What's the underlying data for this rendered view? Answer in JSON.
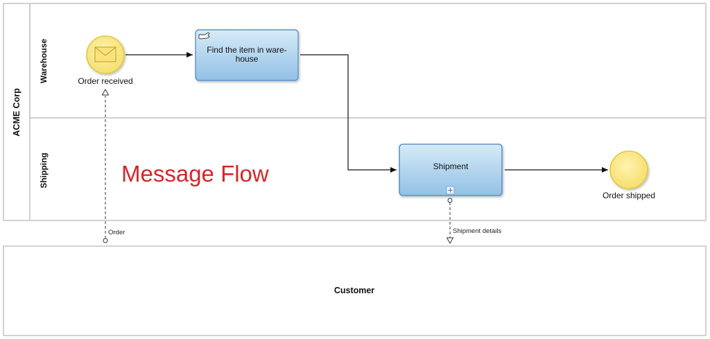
{
  "pools": {
    "acme": {
      "label": "ACME Corp"
    },
    "customer": {
      "label": "Customer"
    }
  },
  "lanes": {
    "warehouse": {
      "label": "Warehouse"
    },
    "shipping": {
      "label": "Shipping"
    }
  },
  "events": {
    "start": {
      "label": "Order received",
      "icon": "envelope-icon"
    },
    "end": {
      "label": "Order shipped"
    }
  },
  "tasks": {
    "find_item": {
      "label_line1": "Find the item in ware-",
      "label_line2": "house",
      "icon": "hand-icon"
    },
    "shipment": {
      "label": "Shipment",
      "marker": "subprocess-plus-icon"
    }
  },
  "message_flows": {
    "order": {
      "label": "Order"
    },
    "shipment_details": {
      "label": "Shipment details"
    }
  },
  "annotation": {
    "text": "Message Flow"
  },
  "colors": {
    "task_fill_top": "#cfe6f6",
    "task_fill_bottom": "#94c2e6",
    "task_stroke": "#5b8fc2",
    "event_fill": "#fbe98c",
    "event_stroke": "#d7bf3f",
    "pool_stroke": "#b8b8b8",
    "annotation": "#d0282c"
  }
}
